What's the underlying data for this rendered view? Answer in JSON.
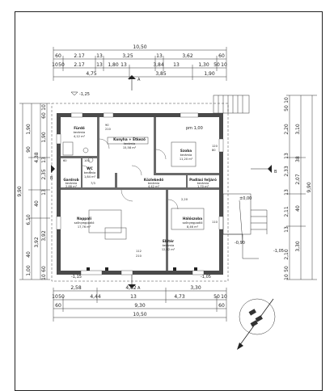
{
  "dims_top": {
    "row1": [
      "10,50"
    ],
    "row2": [
      "60",
      "2.17",
      "13",
      "3,25",
      "13",
      "3,62",
      "60"
    ],
    "row3": [
      "10",
      "50",
      "2.17",
      "13",
      "1,80",
      "13",
      "3,84",
      "13",
      "1,30",
      "50",
      "10"
    ],
    "row4": [
      "4,75",
      "3,85",
      "1,90"
    ]
  },
  "dims_bottom": {
    "row1": [
      "2,58",
      "4,62",
      "3,30"
    ],
    "row2": [
      "10",
      "50",
      "4,44",
      "13",
      "4,73",
      "50",
      "10"
    ],
    "row3": [
      "60",
      "9,30",
      "60"
    ],
    "row4": [
      "10,50"
    ]
  },
  "dims_left": {
    "row1": [
      "10",
      "60",
      "1,90",
      "13",
      "2,35",
      "13",
      "3,92",
      "60",
      "10"
    ],
    "row2": [
      "4,38",
      "40",
      "3,92"
    ],
    "row3": [
      "9,90"
    ],
    "row4": [
      "1,90",
      "90",
      "6,10",
      "40",
      "1,00"
    ]
  },
  "dims_right": {
    "row1": [
      "10",
      "50",
      "2,20",
      "13",
      "2,33",
      "13",
      "2,11",
      "13",
      "2,10",
      "50",
      "10"
    ],
    "row2": [
      "3,10",
      "38",
      "2,07",
      "40",
      "3,30"
    ],
    "row3": [
      "9,90"
    ]
  },
  "levels": {
    "top_left": "-1,25",
    "entry": "±0,00",
    "terrace": "-0,90",
    "right_low": "-1,05",
    "bottom_left": "-1,15",
    "bottom_right": "-1,05",
    "upper": "pm 1,00",
    "door_height": "112",
    "door_width": "210"
  },
  "section_marks": {
    "a": "A",
    "b": "B"
  },
  "rooms": [
    {
      "name": "Fürdő",
      "sub": "kerámia",
      "area": "4,12 m²"
    },
    {
      "name": "Konyha + Étkező",
      "sub": "kerámia",
      "area": "15,58 m²"
    },
    {
      "name": "Szoba",
      "sub": "kerámia",
      "area": "11,20 m²"
    },
    {
      "name": "WC",
      "sub": "kerámia",
      "area": "1,84 m²"
    },
    {
      "name": "Közlekedő",
      "sub": "kerámia",
      "area": "4,42 m²"
    },
    {
      "name": "Padlási feljáró",
      "sub": "kerámia",
      "area": "1,70 m²"
    },
    {
      "name": "Gardrob",
      "sub": "kerámia",
      "area": "2,88 m²"
    },
    {
      "name": "Nappali",
      "sub": "szőnyegpadló",
      "area": "17,76 m²"
    },
    {
      "name": "Hálószoba",
      "sub": "szőnyegpadló",
      "area": "8,46 m²"
    },
    {
      "name": "Előtér",
      "sub": "kerámia",
      "area": "12,82 m²"
    }
  ],
  "openings": [
    "90",
    "210",
    "120",
    "80",
    "60",
    "100",
    "7/3",
    "2,20",
    "110"
  ]
}
